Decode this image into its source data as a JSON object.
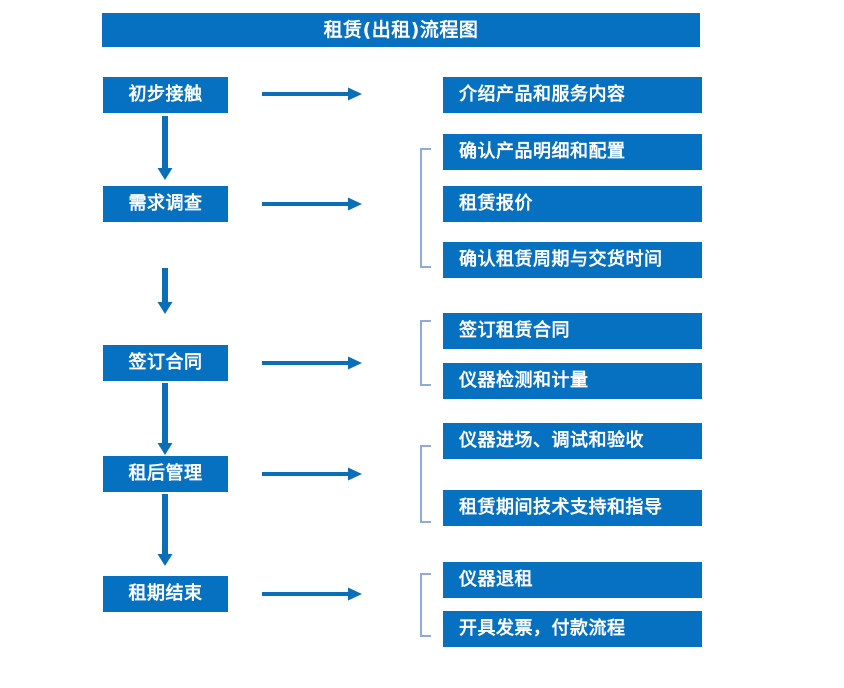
{
  "chart_data": {
    "type": "diagram",
    "title": "租赁(出租)流程图",
    "diagram_kind": "flowchart",
    "orientation": "vertical-with-branches",
    "stages": [
      {
        "id": "stage-1",
        "label": "初步接触",
        "details": [
          "介绍产品和服务内容"
        ],
        "has_bracket": false
      },
      {
        "id": "stage-2",
        "label": "需求调查",
        "details": [
          "确认产品明细和配置",
          "租赁报价",
          "确认租赁周期与交货时间"
        ],
        "has_bracket": true
      },
      {
        "id": "stage-3",
        "label": "签订合同",
        "details": [
          "签订租赁合同",
          "仪器检测和计量"
        ],
        "has_bracket": true
      },
      {
        "id": "stage-4",
        "label": "租后管理",
        "details": [
          "仪器进场、调试和验收",
          "租赁期间技术支持和指导"
        ],
        "has_bracket": true
      },
      {
        "id": "stage-5",
        "label": "租期结束",
        "details": [
          "仪器退租",
          "开具发票，付款流程"
        ],
        "has_bracket": true
      }
    ]
  },
  "header": {
    "title": "租赁(出租)流程图"
  },
  "stages": {
    "s1": {
      "label": "初步接触"
    },
    "s2": {
      "label": "需求调查"
    },
    "s3": {
      "label": "签订合同"
    },
    "s4": {
      "label": "租后管理"
    },
    "s5": {
      "label": "租期结束"
    }
  },
  "details": {
    "d1_1": {
      "label": "介绍产品和服务内容"
    },
    "d2_1": {
      "label": "确认产品明细和配置"
    },
    "d2_2": {
      "label": "租赁报价"
    },
    "d2_3": {
      "label": "确认租赁周期与交货时间"
    },
    "d3_1": {
      "label": "签订租赁合同"
    },
    "d3_2": {
      "label": "仪器检测和计量"
    },
    "d4_1": {
      "label": "仪器进场、调试和验收"
    },
    "d4_2": {
      "label": "租赁期间技术支持和指导"
    },
    "d5_1": {
      "label": "仪器退租"
    },
    "d5_2": {
      "label": "开具发票，付款流程"
    }
  },
  "colors": {
    "primary_blue": "#0571C0",
    "arrow_blue": "#0B6FB8",
    "bracket_blue": "#8FAADC",
    "text_white": "#FFFFFF",
    "background": "#FFFFFF"
  },
  "icons": {
    "arrow_right": "right-arrow-icon",
    "arrow_down": "down-arrow-icon",
    "bracket": "brace-bracket-icon"
  }
}
